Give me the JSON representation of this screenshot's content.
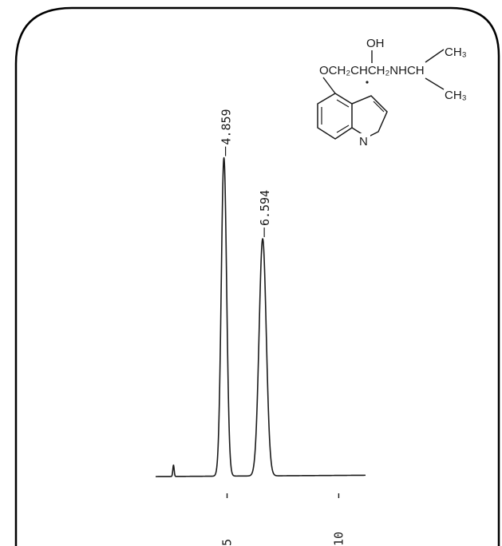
{
  "chart_data": {
    "type": "line",
    "title": "",
    "xlabel": "",
    "ylabel": "",
    "orientation": "rotated-90",
    "xlim": [
      1.8,
      11.2
    ],
    "ylim": [
      0,
      1.0
    ],
    "x_ticks": [
      {
        "value": 5,
        "label": "5"
      },
      {
        "value": 10,
        "label": "10"
      }
    ],
    "peaks": [
      {
        "retention_time": 4.859,
        "label": "4.859",
        "relative_height": 0.98,
        "width": 0.12
      },
      {
        "retention_time": 6.594,
        "label": "6.594",
        "relative_height": 0.73,
        "width": 0.16
      },
      {
        "retention_time": 2.6,
        "label": "",
        "relative_height": 0.035,
        "width": 0.03
      }
    ],
    "series": [
      {
        "values": []
      }
    ]
  },
  "structure": {
    "oh": "OH",
    "chain": "OCH₂CHCH₂NHCH",
    "ch3_top": "CH₃",
    "ch3_bottom": "CH₃",
    "n": "N"
  },
  "colors": {
    "ink": "#1a1a1a",
    "frame": "#000000",
    "background": "#ffffff"
  }
}
